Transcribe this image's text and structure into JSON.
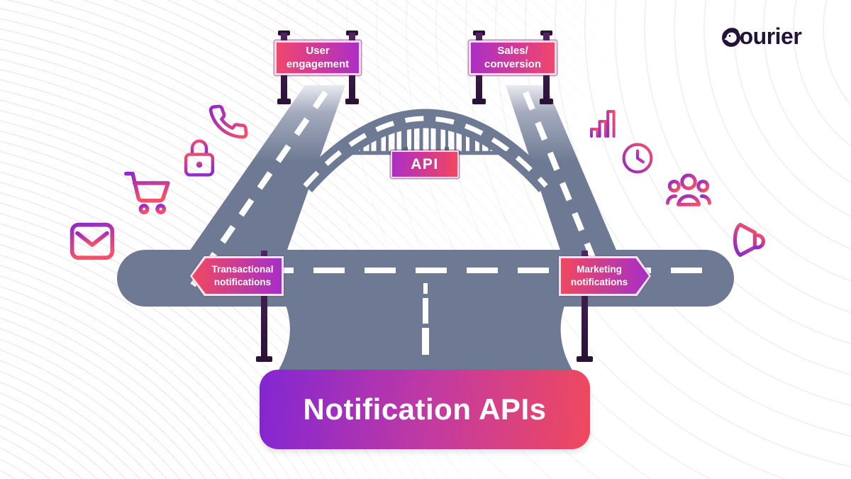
{
  "brand": {
    "name": "Courier"
  },
  "banner": {
    "label": "Notification APIs"
  },
  "signs": {
    "user_engagement": {
      "line1": "User",
      "line2": "engagement"
    },
    "sales_conversion": {
      "line1": "Sales/",
      "line2": "conversion"
    },
    "api": {
      "label": "API"
    },
    "transactional_notifications": {
      "line1": "Transactional",
      "line2": "notifications"
    },
    "marketing_notifications": {
      "line1": "Marketing",
      "line2": "notifications"
    }
  },
  "icons": {
    "left_side": [
      "phone-icon",
      "lock-icon",
      "shopping-cart-icon",
      "envelope-icon"
    ],
    "right_side": [
      "bar-chart-icon",
      "clock-icon",
      "users-icon",
      "megaphone-icon"
    ]
  },
  "colors": {
    "road": "#6E7A93",
    "accent_red": "#F1476B",
    "accent_purple": "#A52FC7",
    "banner_gradient_left": "#8226D3",
    "banner_gradient_right": "#F0495E",
    "sign_post": "#2A1136",
    "logo_ink": "#241338",
    "lane_marking": "#FFFFFF"
  }
}
